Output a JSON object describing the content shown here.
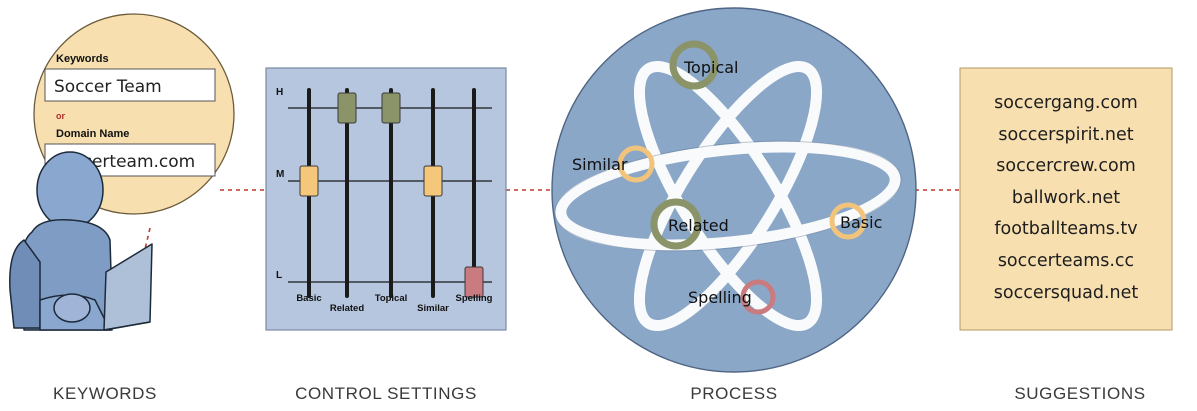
{
  "colors": {
    "dotted_connector": "#c0392b",
    "bubble_fill": "#f7dfb0",
    "bubble_border": "#6b5a3a",
    "user_figure": "#7f9cc4",
    "control_panel_bg": "#b6c6df",
    "slider_orange": "#f5c77a",
    "slider_olive": "#8b9468",
    "slider_red": "#c97b80",
    "atom_circle": "#8aa7c7",
    "suggestions_bg": "#f7dfb0",
    "ring_olive": "#8b9468",
    "ring_orange": "#f2c37b",
    "ring_red": "#c97b80"
  },
  "keywords_panel": {
    "keywords_label": "Keywords",
    "keywords_value": "Soccer Team",
    "or_label": "or",
    "domain_label": "Domain Name",
    "domain_value": "soccerteam.com"
  },
  "control_settings": {
    "levels": {
      "high": "H",
      "medium": "M",
      "low": "L"
    },
    "sliders": [
      {
        "label": "Basic",
        "level": "M",
        "color": "orange"
      },
      {
        "label": "Related",
        "level": "H",
        "color": "olive"
      },
      {
        "label": "Topical",
        "level": "H",
        "color": "olive"
      },
      {
        "label": "Similar",
        "level": "M",
        "color": "orange"
      },
      {
        "label": "Spelling",
        "level": "L",
        "color": "red"
      }
    ]
  },
  "process": {
    "nodes": [
      {
        "label": "Topical",
        "ring": "olive"
      },
      {
        "label": "Similar",
        "ring": "orange"
      },
      {
        "label": "Related",
        "ring": "olive"
      },
      {
        "label": "Basic",
        "ring": "orange"
      },
      {
        "label": "Spelling",
        "ring": "red"
      }
    ]
  },
  "suggestions": [
    "soccergang.com",
    "soccerspirit.net",
    "soccercrew.com",
    "ballwork.net",
    "footballteams.tv",
    "soccerteams.cc",
    "soccersquad.net"
  ],
  "stage_labels": {
    "keywords": "KEYWORDS",
    "control_settings": "CONTROL SETTINGS",
    "process": "PROCESS",
    "suggestions": "SUGGESTIONS"
  }
}
